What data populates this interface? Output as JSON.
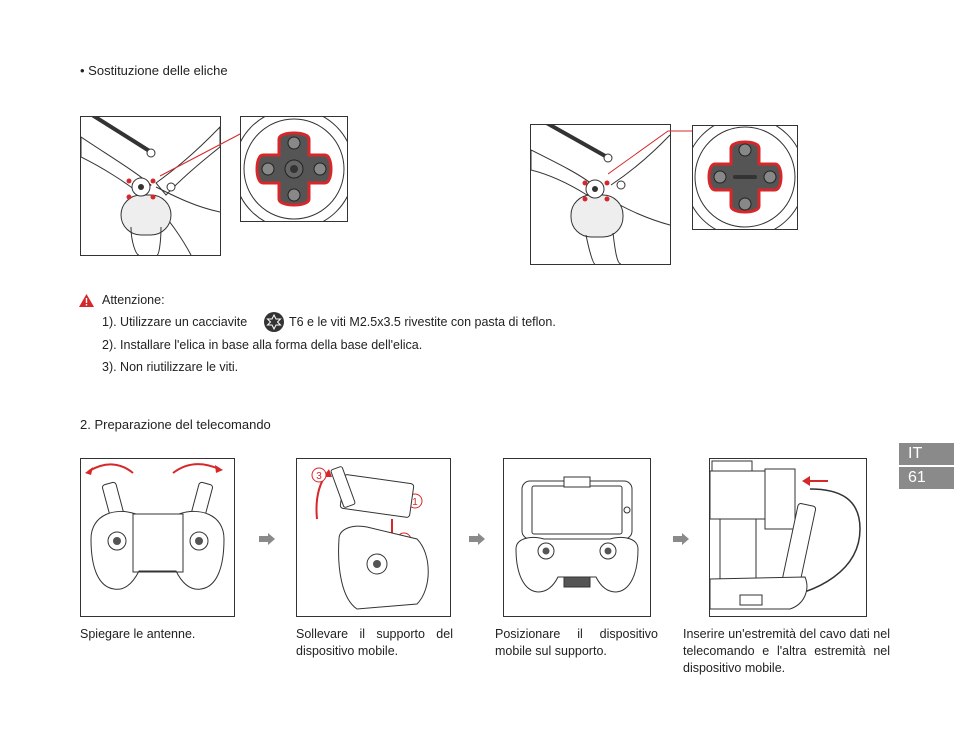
{
  "section1": {
    "title": "• Sostituzione delle eliche"
  },
  "warning": {
    "heading": "Attenzione:",
    "item1_before": "1). Utilizzare un cacciavite",
    "item1_after": "T6 e le viti M2.5x3.5 rivestite con pasta di teflon.",
    "item2": "2). Installare l'elica in base alla forma della base dell'elica.",
    "item3": "3). Non riutilizzare le viti."
  },
  "section2": {
    "title": "2. Preparazione del telecomando"
  },
  "steps": [
    {
      "caption": "Spiegare le antenne."
    },
    {
      "caption": "Sollevare il supporto del dispositivo mobile.",
      "markers": [
        "3",
        "1",
        "2"
      ]
    },
    {
      "caption": "Posizionare il dispositivo mobile sul supporto."
    },
    {
      "caption": "Inserire un'estremità del cavo dati nel telecomando e l'altra estremità nel dispositivo mobile."
    }
  ],
  "sidebar": {
    "lang": "IT",
    "page": "61"
  },
  "colors": {
    "accent": "#d6282b",
    "tab": "#8a8a8a"
  }
}
